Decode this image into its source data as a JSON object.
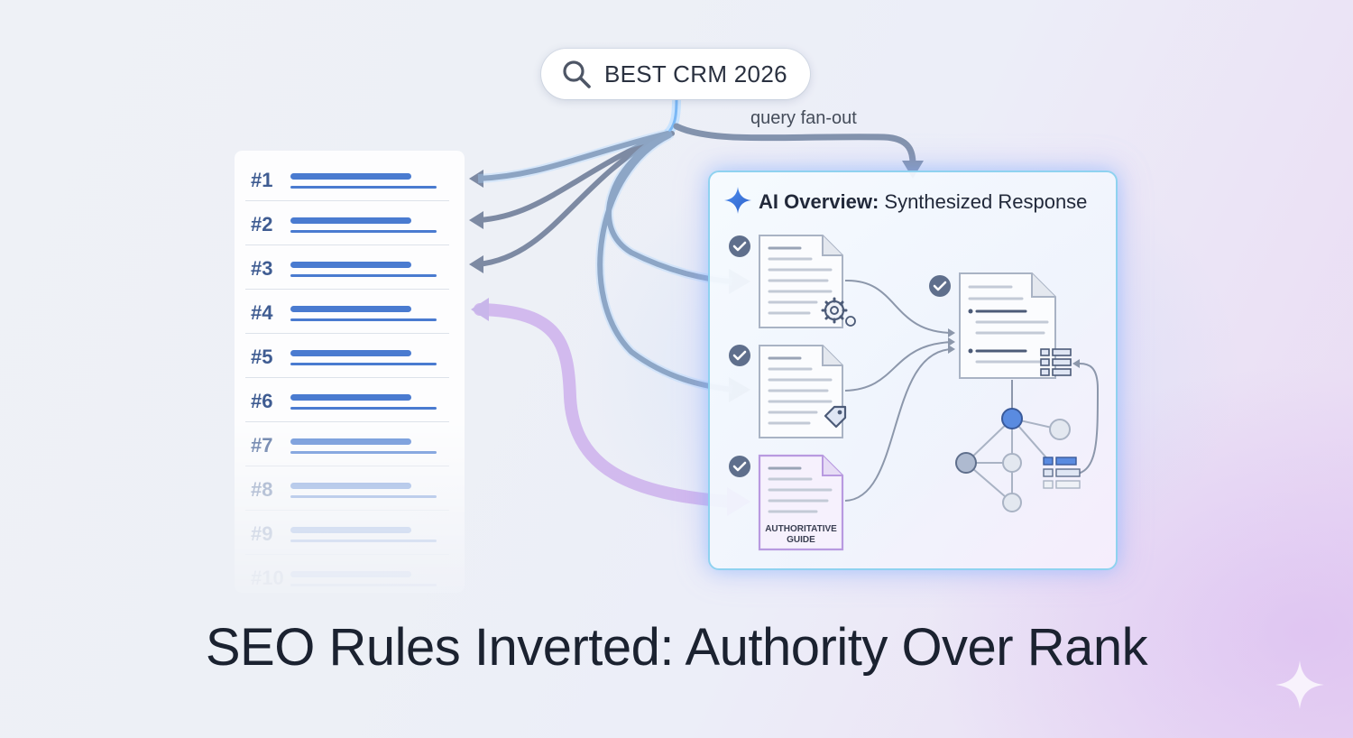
{
  "search": {
    "query": "BEST CRM 2026",
    "icon": "search-icon"
  },
  "fanout": {
    "label": "query fan-out"
  },
  "ranking": {
    "items": [
      {
        "label": "#1",
        "opacity": 1.0
      },
      {
        "label": "#2",
        "opacity": 1.0
      },
      {
        "label": "#3",
        "opacity": 1.0
      },
      {
        "label": "#4",
        "opacity": 1.0
      },
      {
        "label": "#5",
        "opacity": 1.0
      },
      {
        "label": "#6",
        "opacity": 1.0
      },
      {
        "label": "#7",
        "opacity": 0.75
      },
      {
        "label": "#8",
        "opacity": 0.5
      },
      {
        "label": "#9",
        "opacity": 0.35
      },
      {
        "label": "#10",
        "opacity": 0.2
      }
    ]
  },
  "ai_overview": {
    "title_bold": "AI Overview:",
    "title_rest": " Synthesized Response",
    "doc3_label_line1": "AUTHORITATIVE",
    "doc3_label_line2": "GUIDE"
  },
  "headline": "SEO Rules Inverted: Authority Over Rank",
  "colors": {
    "accent_blue": "#4a7bd0",
    "rank_text": "#3f5c92",
    "arrow_gray": "#7d8aa3",
    "arrow_purple": "#c7a6e6",
    "panel_border": "#8fd2f0"
  }
}
